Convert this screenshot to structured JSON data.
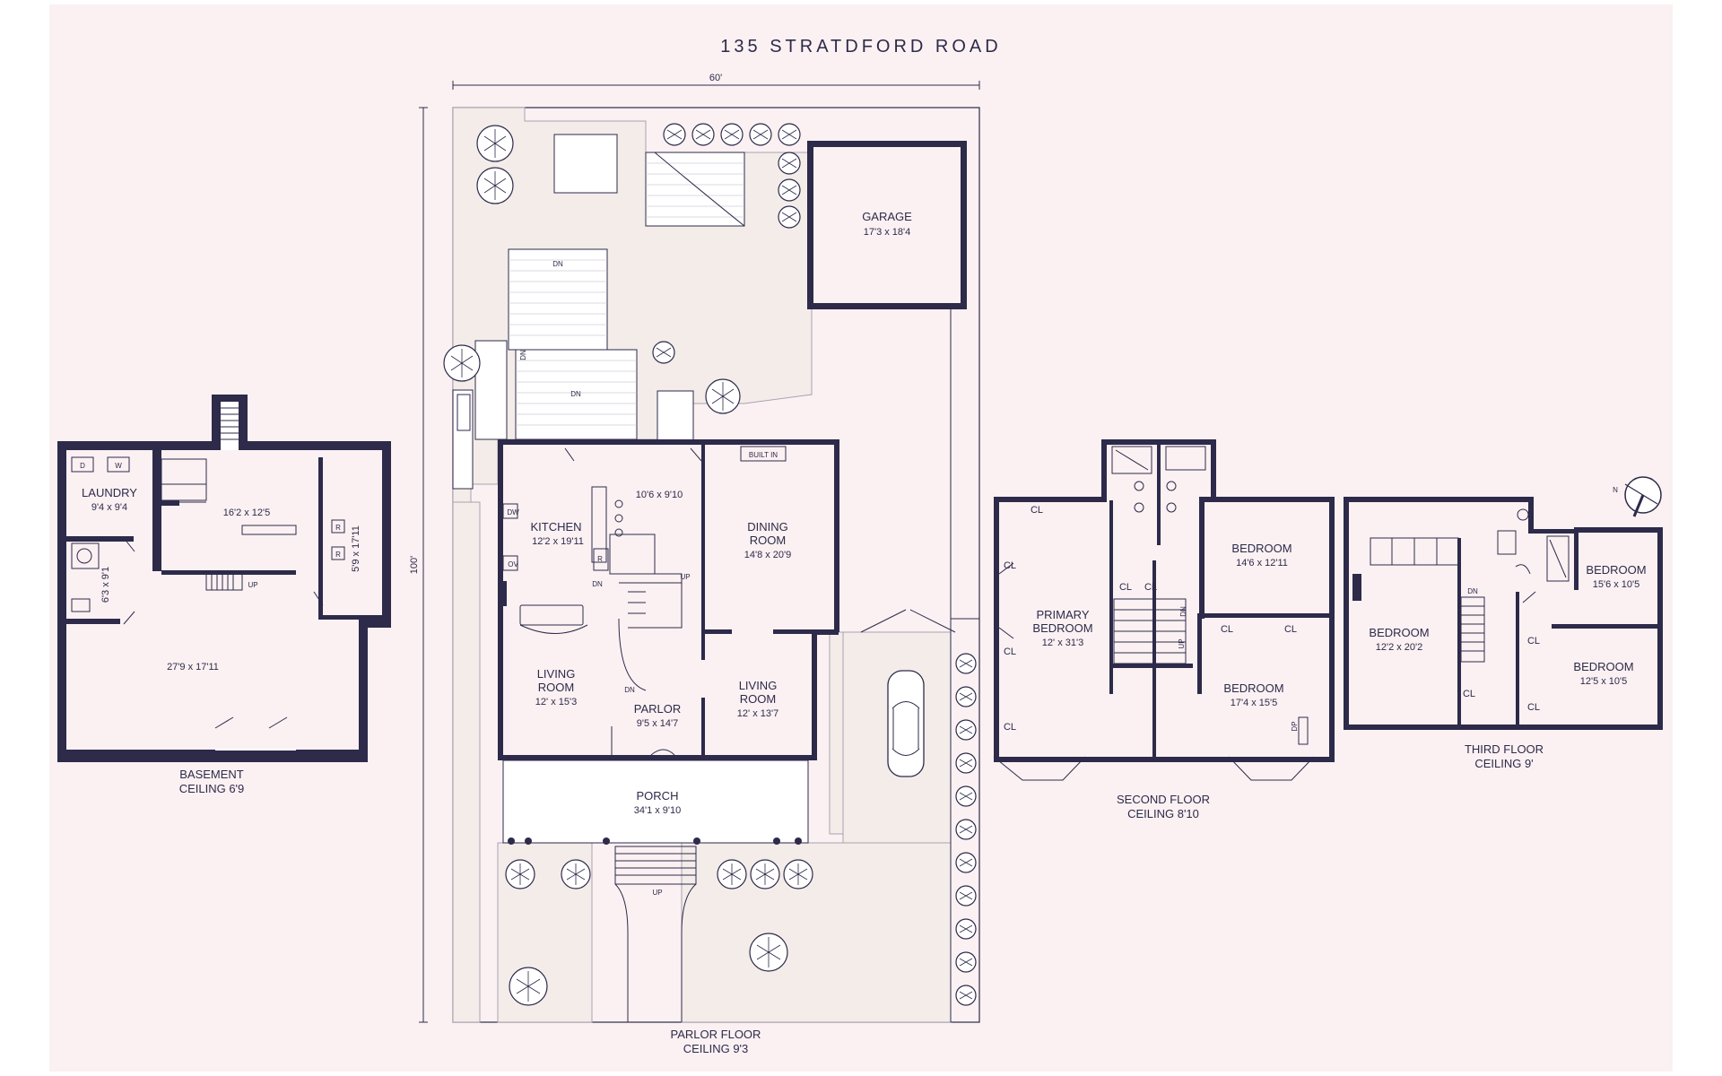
{
  "title": "135 STRATDFORD ROAD",
  "lot": {
    "width": "60'",
    "depth": "100'"
  },
  "compass": "N",
  "basement": {
    "floor_name": "BASEMENT",
    "ceiling": "CEILING 6'9",
    "rooms": {
      "laundry_name": "LAUNDRY",
      "laundry_dim": "9'4 x 9'4",
      "room_a_dim": "16'2 x 12'5",
      "room_b_dim": "5'9 x 17'11",
      "room_c_dim": "6'3 x 9'1",
      "main_dim": "27'9 x 17'11"
    },
    "marks": {
      "d": "D",
      "w": "W",
      "r1": "R",
      "r2": "R",
      "up": "UP"
    }
  },
  "parlor": {
    "floor_name": "PARLOR FLOOR",
    "ceiling": "CEILING 9'3",
    "garage_name": "GARAGE",
    "garage_dim": "17'3 x 18'4",
    "kitchen_name": "KITCHEN",
    "kitchen_dim": "12'2 x 19'11",
    "pantry_dim": "10'6 x 9'10",
    "dining_name1": "DINING",
    "dining_name2": "ROOM",
    "dining_dim": "14'8 x 20'9",
    "built_in": "BUILT IN",
    "living_a_name1": "LIVING",
    "living_a_name2": "ROOM",
    "living_a_dim": "12' x 15'3",
    "parlor_name": "PARLOR",
    "parlor_dim": "9'5 x 14'7",
    "living_b_name1": "LIVING",
    "living_b_name2": "ROOM",
    "living_b_dim": "12' x 13'7",
    "porch_name": "PORCH",
    "porch_dim": "34'1 x 9'10",
    "marks": {
      "dn1": "DN",
      "dn2": "DN",
      "dn3": "DN",
      "dn4": "DN",
      "dn5": "DN",
      "up1": "UP",
      "up2": "UP",
      "dw": "DW",
      "ov": "OV",
      "r": "R"
    }
  },
  "second": {
    "floor_name": "SECOND FLOOR",
    "ceiling": "CEILING 8'10",
    "primary_name1": "PRIMARY",
    "primary_name2": "BEDROOM",
    "primary_dim": "12' x 31'3",
    "bed_a_name": "BEDROOM",
    "bed_a_dim": "14'6 x 12'11",
    "bed_b_name": "BEDROOM",
    "bed_b_dim": "17'4 x 15'5",
    "cl": "CL",
    "up": "UP",
    "dn": "DN",
    "dp": "DP"
  },
  "third": {
    "floor_name": "THIRD FLOOR",
    "ceiling": "CEILING 9'",
    "bed_a_name": "BEDROOM",
    "bed_a_dim": "12'2 x 20'2",
    "bed_b_name": "BEDROOM",
    "bed_b_dim": "15'6 x 10'5",
    "bed_c_name": "BEDROOM",
    "bed_c_dim": "12'5 x 10'5",
    "cl": "CL",
    "dn": "DN"
  }
}
